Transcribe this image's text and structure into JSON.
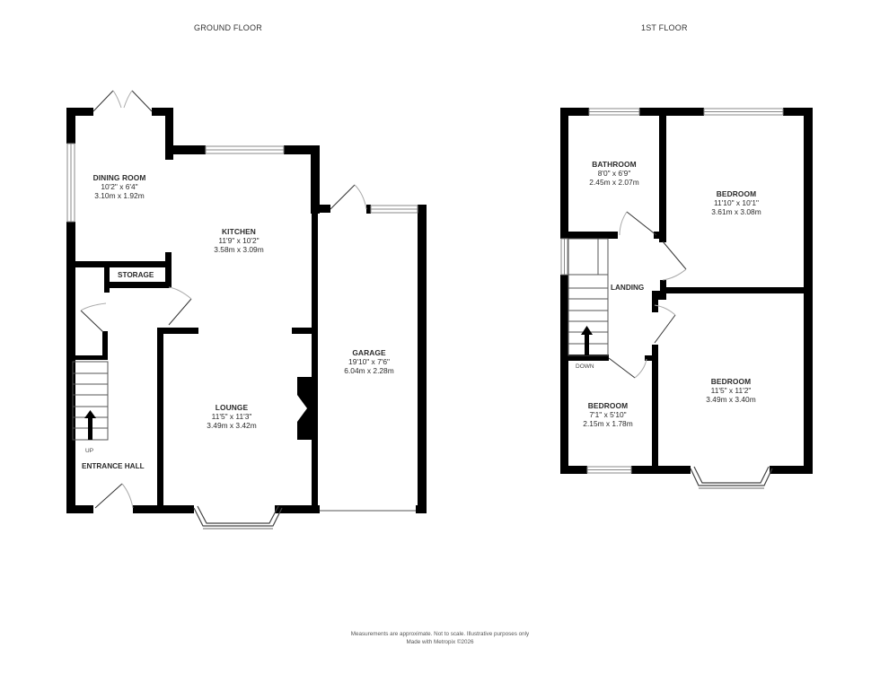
{
  "colors": {
    "wall": "#000000",
    "window_fill": "#ffffff",
    "window_line": "#888888",
    "text": "#333333"
  },
  "floors": [
    {
      "title": "GROUND FLOOR",
      "rooms": [
        {
          "name": "DINING ROOM",
          "imperial": "10'2\"  x 6'4\"",
          "metric": "3.10m  x 1.92m"
        },
        {
          "name": "KITCHEN",
          "imperial": "11'9\"  x 10'2\"",
          "metric": "3.58m  x 3.09m"
        },
        {
          "name": "STORAGE"
        },
        {
          "name": "GARAGE",
          "imperial": "19'10\"  x 7'6\"",
          "metric": "6.04m  x 2.28m"
        },
        {
          "name": "LOUNGE",
          "imperial": "11'5\"  x 11'3\"",
          "metric": "3.49m  x 3.42m"
        },
        {
          "name": "ENTRANCE HALL"
        }
      ],
      "stairs_label": "UP"
    },
    {
      "title": "1ST FLOOR",
      "rooms": [
        {
          "name": "BATHROOM",
          "imperial": "8'0\"  x 6'9\"",
          "metric": "2.45m  x 2.07m"
        },
        {
          "name": "BEDROOM",
          "imperial": "11'10\"  x 10'1\"",
          "metric": "3.61m  x 3.08m"
        },
        {
          "name": "LANDING"
        },
        {
          "name": "BEDROOM",
          "imperial": "11'5\"  x 11'2\"",
          "metric": "3.49m  x 3.40m"
        },
        {
          "name": "BEDROOM",
          "imperial": "7'1\"  x 5'10\"",
          "metric": "2.15m  x 1.78m"
        }
      ],
      "stairs_label": "DOWN"
    }
  ],
  "footer": {
    "line1": "Measurements are approximate.  Not to scale.  Illustrative purposes only",
    "line2": "Made with Metropix ©2026"
  }
}
